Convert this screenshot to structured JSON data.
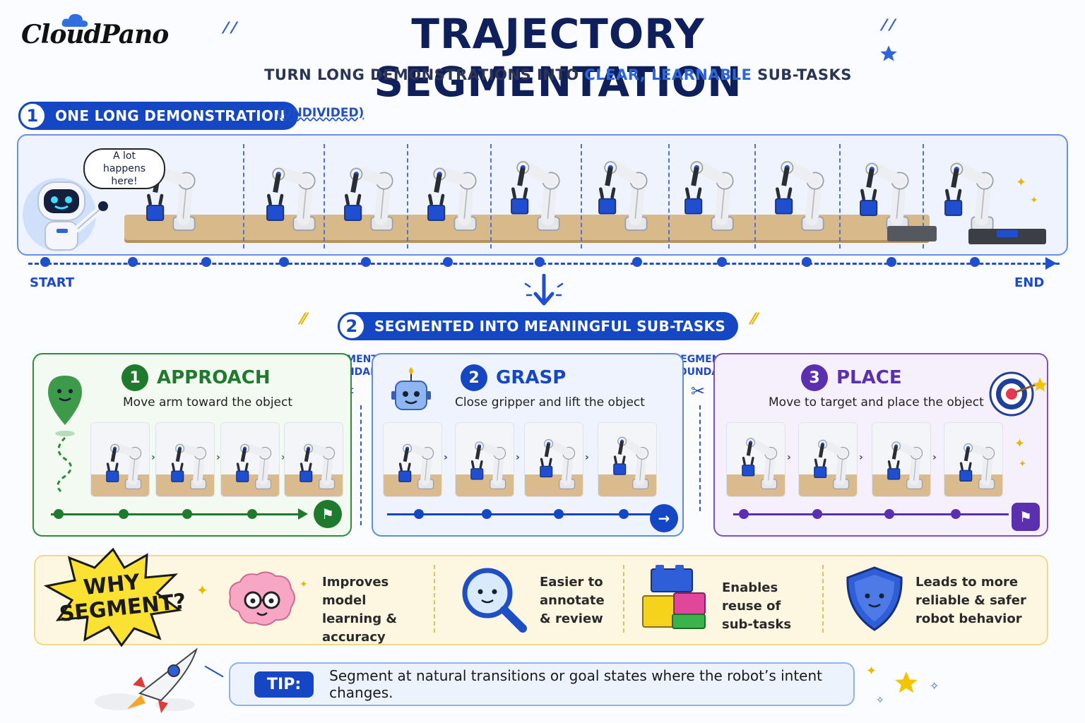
{
  "header": {
    "brand": "CloudPano",
    "title": "TRAJECTORY SEGMENTATION",
    "subtitle_pre": "TURN LONG DEMONSTRATIONS INTO ",
    "subtitle_hl": "CLEAR, LEARNABLE",
    "subtitle_post": " SUB-TASKS"
  },
  "step1": {
    "num": "1",
    "label": "ONE LONG DEMONSTRATION",
    "note": "(UNDIVIDED)",
    "speech": "A lot happens here!",
    "start": "START",
    "end": "END"
  },
  "step2": {
    "num": "2",
    "label": "SEGMENTED INTO MEANINGFUL SUB-TASKS"
  },
  "boundary_label": "SEGMENT BOUNDARY",
  "phases": [
    {
      "num": "1",
      "name": "APPROACH",
      "desc": "Move arm toward the object",
      "color": "#1f7a2e"
    },
    {
      "num": "2",
      "name": "GRASP",
      "desc": "Close gripper and lift the object",
      "color": "#1546c4"
    },
    {
      "num": "3",
      "name": "PLACE",
      "desc": "Move to target and place the object",
      "color": "#5a2fb0"
    }
  ],
  "why": {
    "badge": "WHY SEGMENT?",
    "items": [
      {
        "text": "Improves model learning & accuracy",
        "icon": "brain-icon"
      },
      {
        "text": "Easier to annotate & review",
        "icon": "magnifier-icon"
      },
      {
        "text": "Enables reuse of sub-tasks",
        "icon": "blocks-icon"
      },
      {
        "text": "Leads to more reliable & safer robot behavior",
        "icon": "shield-icon"
      }
    ]
  },
  "tip": {
    "label": "TIP:",
    "text": "Segment at natural transitions or goal states where the robot’s intent changes."
  },
  "colors": {
    "primary_blue": "#1546c4",
    "approach_green": "#1f7a2e",
    "place_purple": "#5a2fb0",
    "why_yellow": "#fdf7e2"
  }
}
